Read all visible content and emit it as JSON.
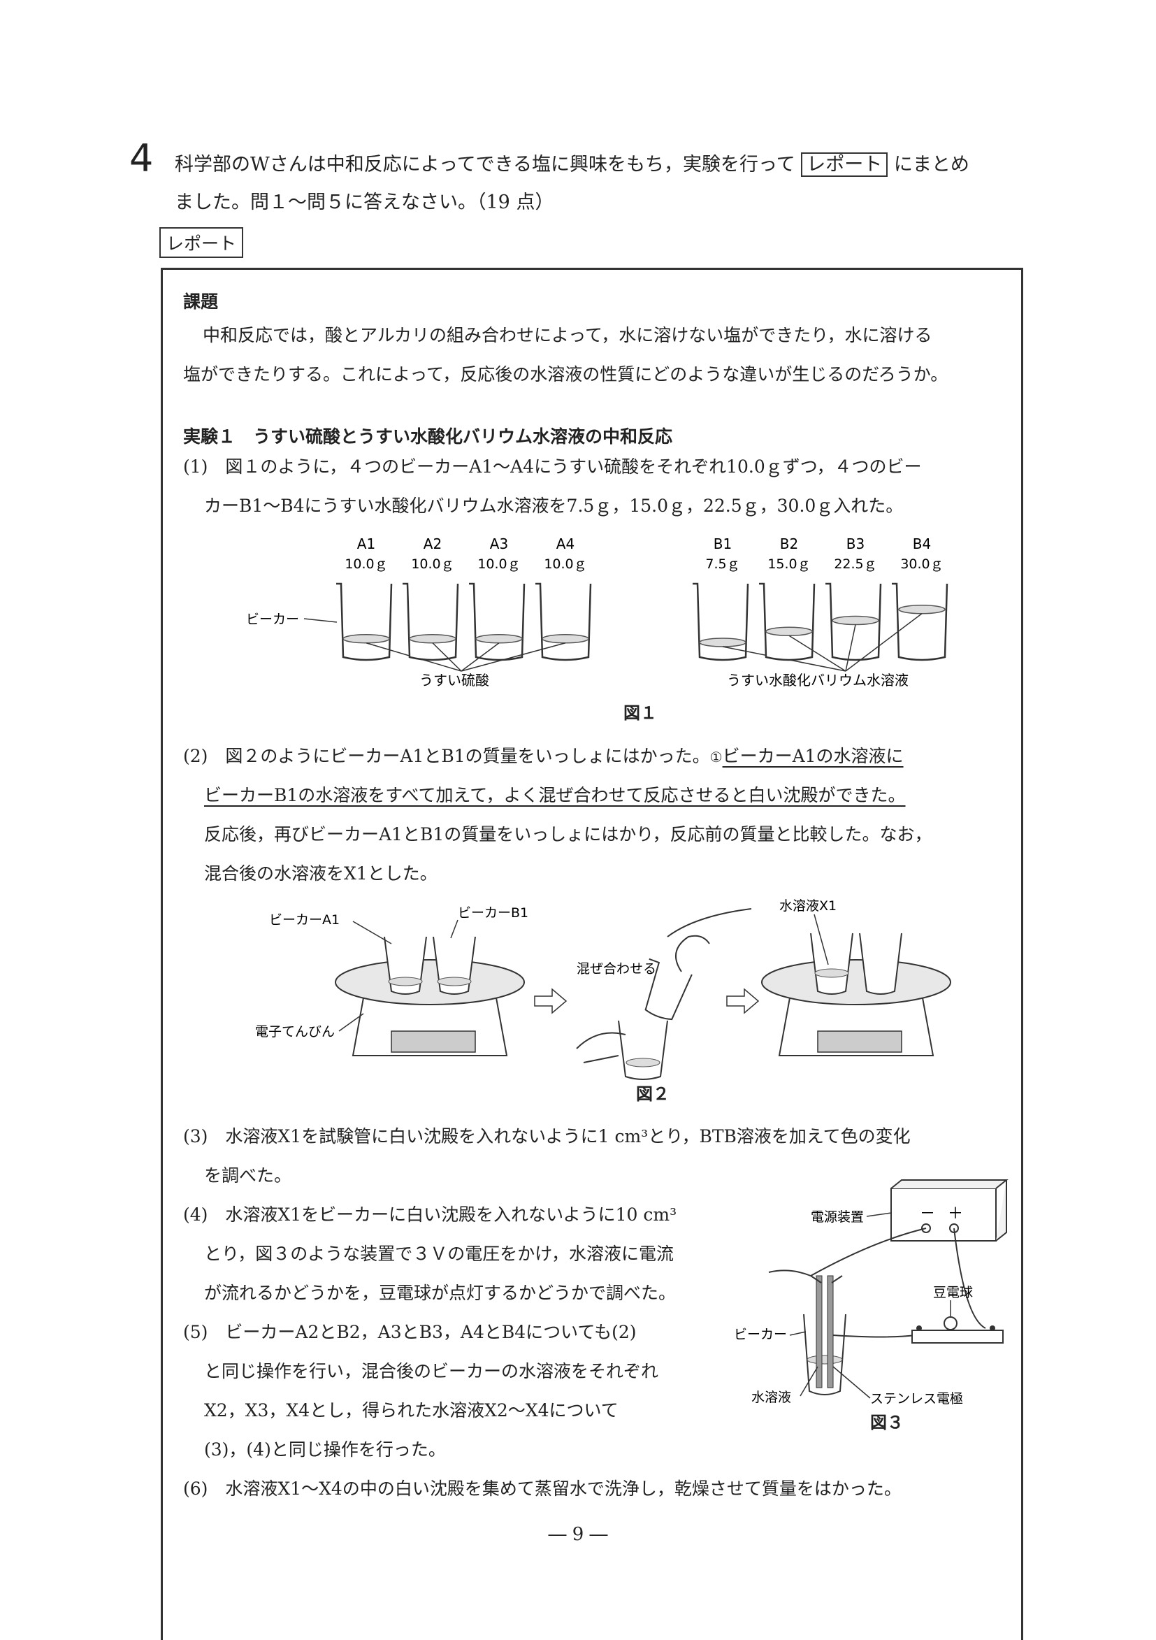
{
  "question": {
    "number": "4",
    "intro_part1": "科学部のWさんは中和反応によってできる塩に興味をもち，実験を行って",
    "intro_box": "レポート",
    "intro_part2": "にまとめ",
    "intro_line2": "ました。問１～問５に答えなさい。（19 点）"
  },
  "report_label": "レポート",
  "task": {
    "heading": "課題",
    "line1": "中和反応では，酸とアルカリの組み合わせによって，水に溶けない塩ができたり，水に溶ける",
    "line2": "塩ができたりする。これによって，反応後の水溶液の性質にどのような違いが生じるのだろうか。"
  },
  "experiment1": {
    "heading": "実験１　うすい硫酸とうすい水酸化バリウム水溶液の中和反応",
    "step1_line1": "(1)　図１のように，４つのビーカーA1～A4にうすい硫酸をそれぞれ10.0ｇずつ，４つのビー",
    "step1_line2": "カーB1～B4にうすい水酸化バリウム水溶液を7.5ｇ，15.0ｇ，22.5ｇ，30.0ｇ入れた。",
    "step2_prefix": "(2)　図２のようにビーカーA1とB1の質量をいっしょにはかった。",
    "step2_marker": "①",
    "step2_ul1": "ビーカーA1の水溶液に",
    "step2_ul2": "ビーカーB1の水溶液をすべて加えて，よく混ぜ合わせて反応させると白い沈殿ができた。",
    "step2_line3": "反応後，再びビーカーA1とB1の質量をいっしょにはかり，反応前の質量と比較した。なお，",
    "step2_line4": "混合後の水溶液をX1とした。",
    "step3_line1": "(3)　水溶液X1を試験管に白い沈殿を入れないように1 cm³とり，BTB溶液を加えて色の変化",
    "step3_line2": "を調べた。",
    "step4_line1": "(4)　水溶液X1をビーカーに白い沈殿を入れないように10 cm³",
    "step4_line2": "とり，図３のような装置で３Ｖの電圧をかけ，水溶液に電流",
    "step4_line3": "が流れるかどうかを，豆電球が点灯するかどうかで調べた。",
    "step5_line1": "(5)　ビーカーA2とB2，A3とB3，A4とB4についても(2)",
    "step5_line2": "と同じ操作を行い，混合後のビーカーの水溶液をそれぞれ",
    "step5_line3": "X2，X3，X4とし，得られた水溶液X2～X4について",
    "step5_line4": "(3)，(4)と同じ操作を行った。",
    "step6_line1": "(6)　水溶液X1～X4の中の白い沈殿を集めて蒸留水で洗浄し，乾燥させて質量をはかった。"
  },
  "figure1": {
    "caption": "図１",
    "beakers_a": [
      {
        "name": "A1",
        "mass": "10.0ｇ",
        "level": 0.25
      },
      {
        "name": "A2",
        "mass": "10.0ｇ",
        "level": 0.25
      },
      {
        "name": "A3",
        "mass": "10.0ｇ",
        "level": 0.25
      },
      {
        "name": "A4",
        "mass": "10.0ｇ",
        "level": 0.25
      }
    ],
    "beakers_b": [
      {
        "name": "B1",
        "mass": "7.5ｇ",
        "level": 0.2
      },
      {
        "name": "B2",
        "mass": "15.0ｇ",
        "level": 0.35
      },
      {
        "name": "B3",
        "mass": "22.5ｇ",
        "level": 0.5
      },
      {
        "name": "B4",
        "mass": "30.0ｇ",
        "level": 0.65
      }
    ],
    "label_beaker": "ビーカー",
    "label_acid": "うすい硫酸",
    "label_base": "うすい水酸化バリウム水溶液"
  },
  "figure2": {
    "caption": "図２",
    "label_a1": "ビーカーA1",
    "label_b1": "ビーカーB1",
    "label_balance": "電子てんびん",
    "label_mix": "混ぜ合わせる",
    "label_x1": "水溶液X1"
  },
  "figure3": {
    "caption": "図３",
    "label_power": "電源装置",
    "label_bulb": "豆電球",
    "label_beaker": "ビーカー",
    "label_solution": "水溶液",
    "label_electrode": "ステンレス電極",
    "minus": "－",
    "plus": "＋"
  },
  "page_number": "― 9 ―"
}
